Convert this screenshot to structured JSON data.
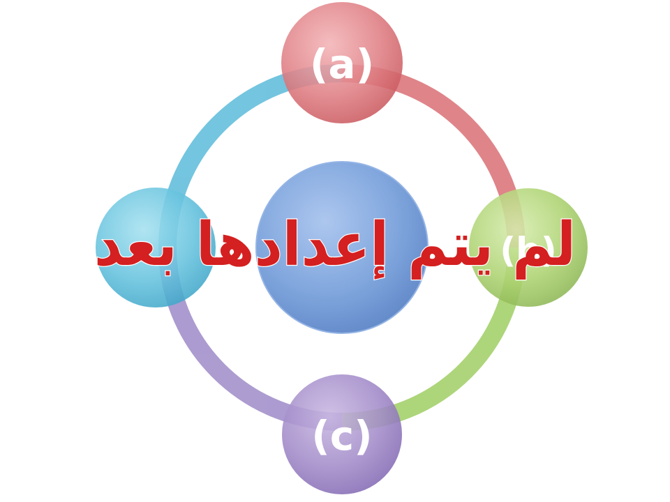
{
  "diagram": {
    "nodes": [
      {
        "id": "top",
        "label": "(a)",
        "color": "#d9757a"
      },
      {
        "id": "right",
        "label": "(b)",
        "color": "#a7cc6a"
      },
      {
        "id": "bottom",
        "label": "(c)",
        "color": "#9c85c4"
      },
      {
        "id": "left",
        "label": "",
        "color": "#5ec0dc"
      },
      {
        "id": "center",
        "label": "",
        "color": "#6f97d6"
      }
    ],
    "ring_colors": {
      "top_right": "#d86a70",
      "right_bottom": "#9ccc5e",
      "bottom_left": "#9b86c6",
      "left_top": "#55b8d8"
    }
  },
  "overlay_text": "لم يتم إعدادها بعد",
  "overlay_color": "#d42020"
}
